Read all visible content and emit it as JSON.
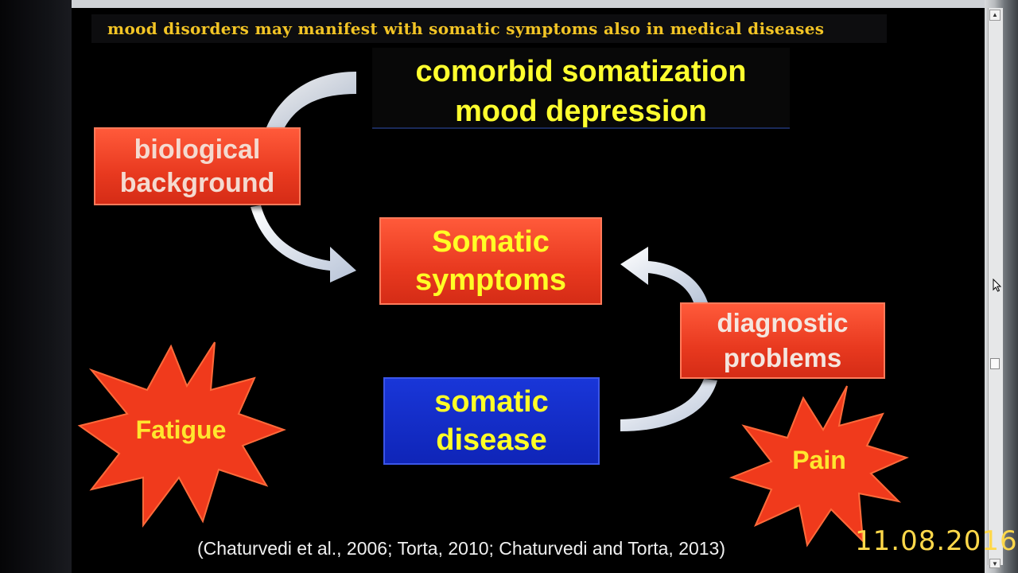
{
  "slide": {
    "banner": "mood disorders may manifest with somatic symptoms also in medical diseases",
    "top_box": {
      "line1": "comorbid somatization",
      "line2": "mood depression"
    },
    "boxes": {
      "biological": {
        "line1": "biological",
        "line2": "background"
      },
      "somatic_symptoms": {
        "line1": "Somatic",
        "line2": "symptoms"
      },
      "diagnostic": {
        "line1": "diagnostic",
        "line2": "problems"
      },
      "somatic_disease": {
        "line1": "somatic",
        "line2": "disease"
      }
    },
    "bursts": {
      "fatigue": "Fatigue",
      "pain": "Pain"
    },
    "citation": "(Chaturvedi et al., 2006; Torta, 2010; Chaturvedi and Torta, 2013)"
  },
  "photo_overlay": {
    "date_stamp": "11.08.2016"
  },
  "colors": {
    "accent_yellow": "#ffff26",
    "box_red": "#e8391f",
    "box_blue": "#1330c8",
    "banner_gold": "#f2c425"
  }
}
